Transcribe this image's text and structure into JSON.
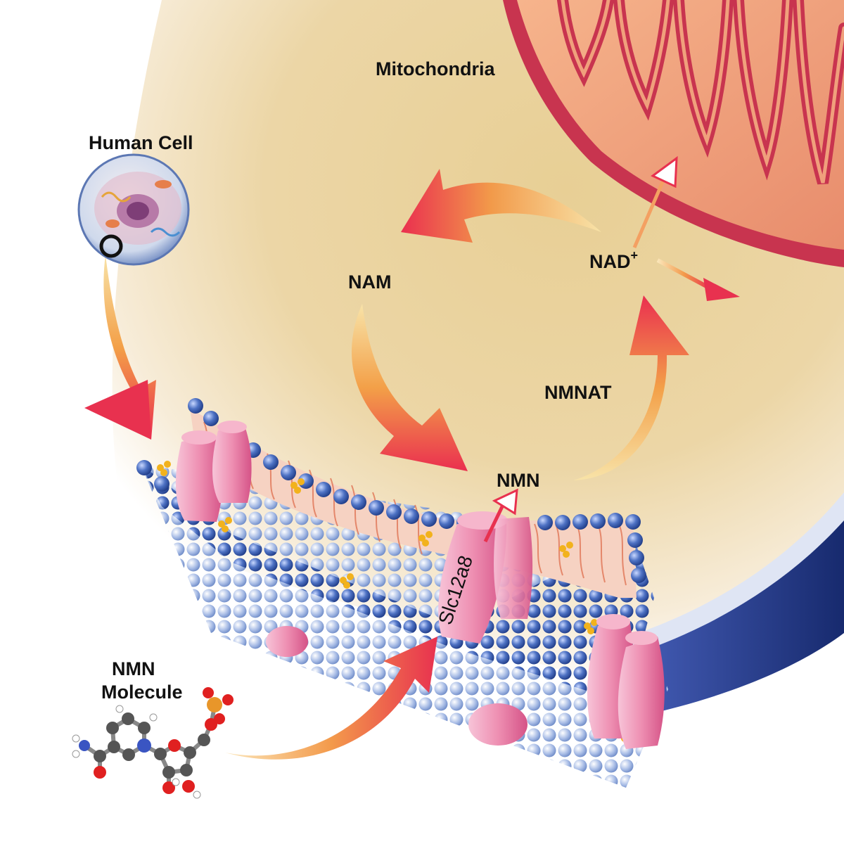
{
  "labels": {
    "mitochondria": "Mitochondria",
    "human_cell": "Human Cell",
    "nam": "NAM",
    "nad": "NAD",
    "nad_charge": "+",
    "nmnat": "NMNAT",
    "nmn": "NMN",
    "slc12a8": "Slc12a8",
    "nmn_molecule_line1": "NMN",
    "nmn_molecule_line2": "Molecule"
  },
  "colors": {
    "cytoplasm": "#ecd39b",
    "mitochondria_outer": "#d9526a",
    "mitochondria_inner": "#f2a07a",
    "cycle_arrow_head": "#e8314f",
    "cycle_arrow_tail": "#f6c35a",
    "membrane_head": "#3f63b0",
    "membrane_tail": "#e27b5c",
    "transport_protein": "#ef8fb4",
    "nucleus_band": "#20357f"
  },
  "icons": {
    "cell": "cell-illustration-icon",
    "molecule": "molecule-model-icon"
  }
}
